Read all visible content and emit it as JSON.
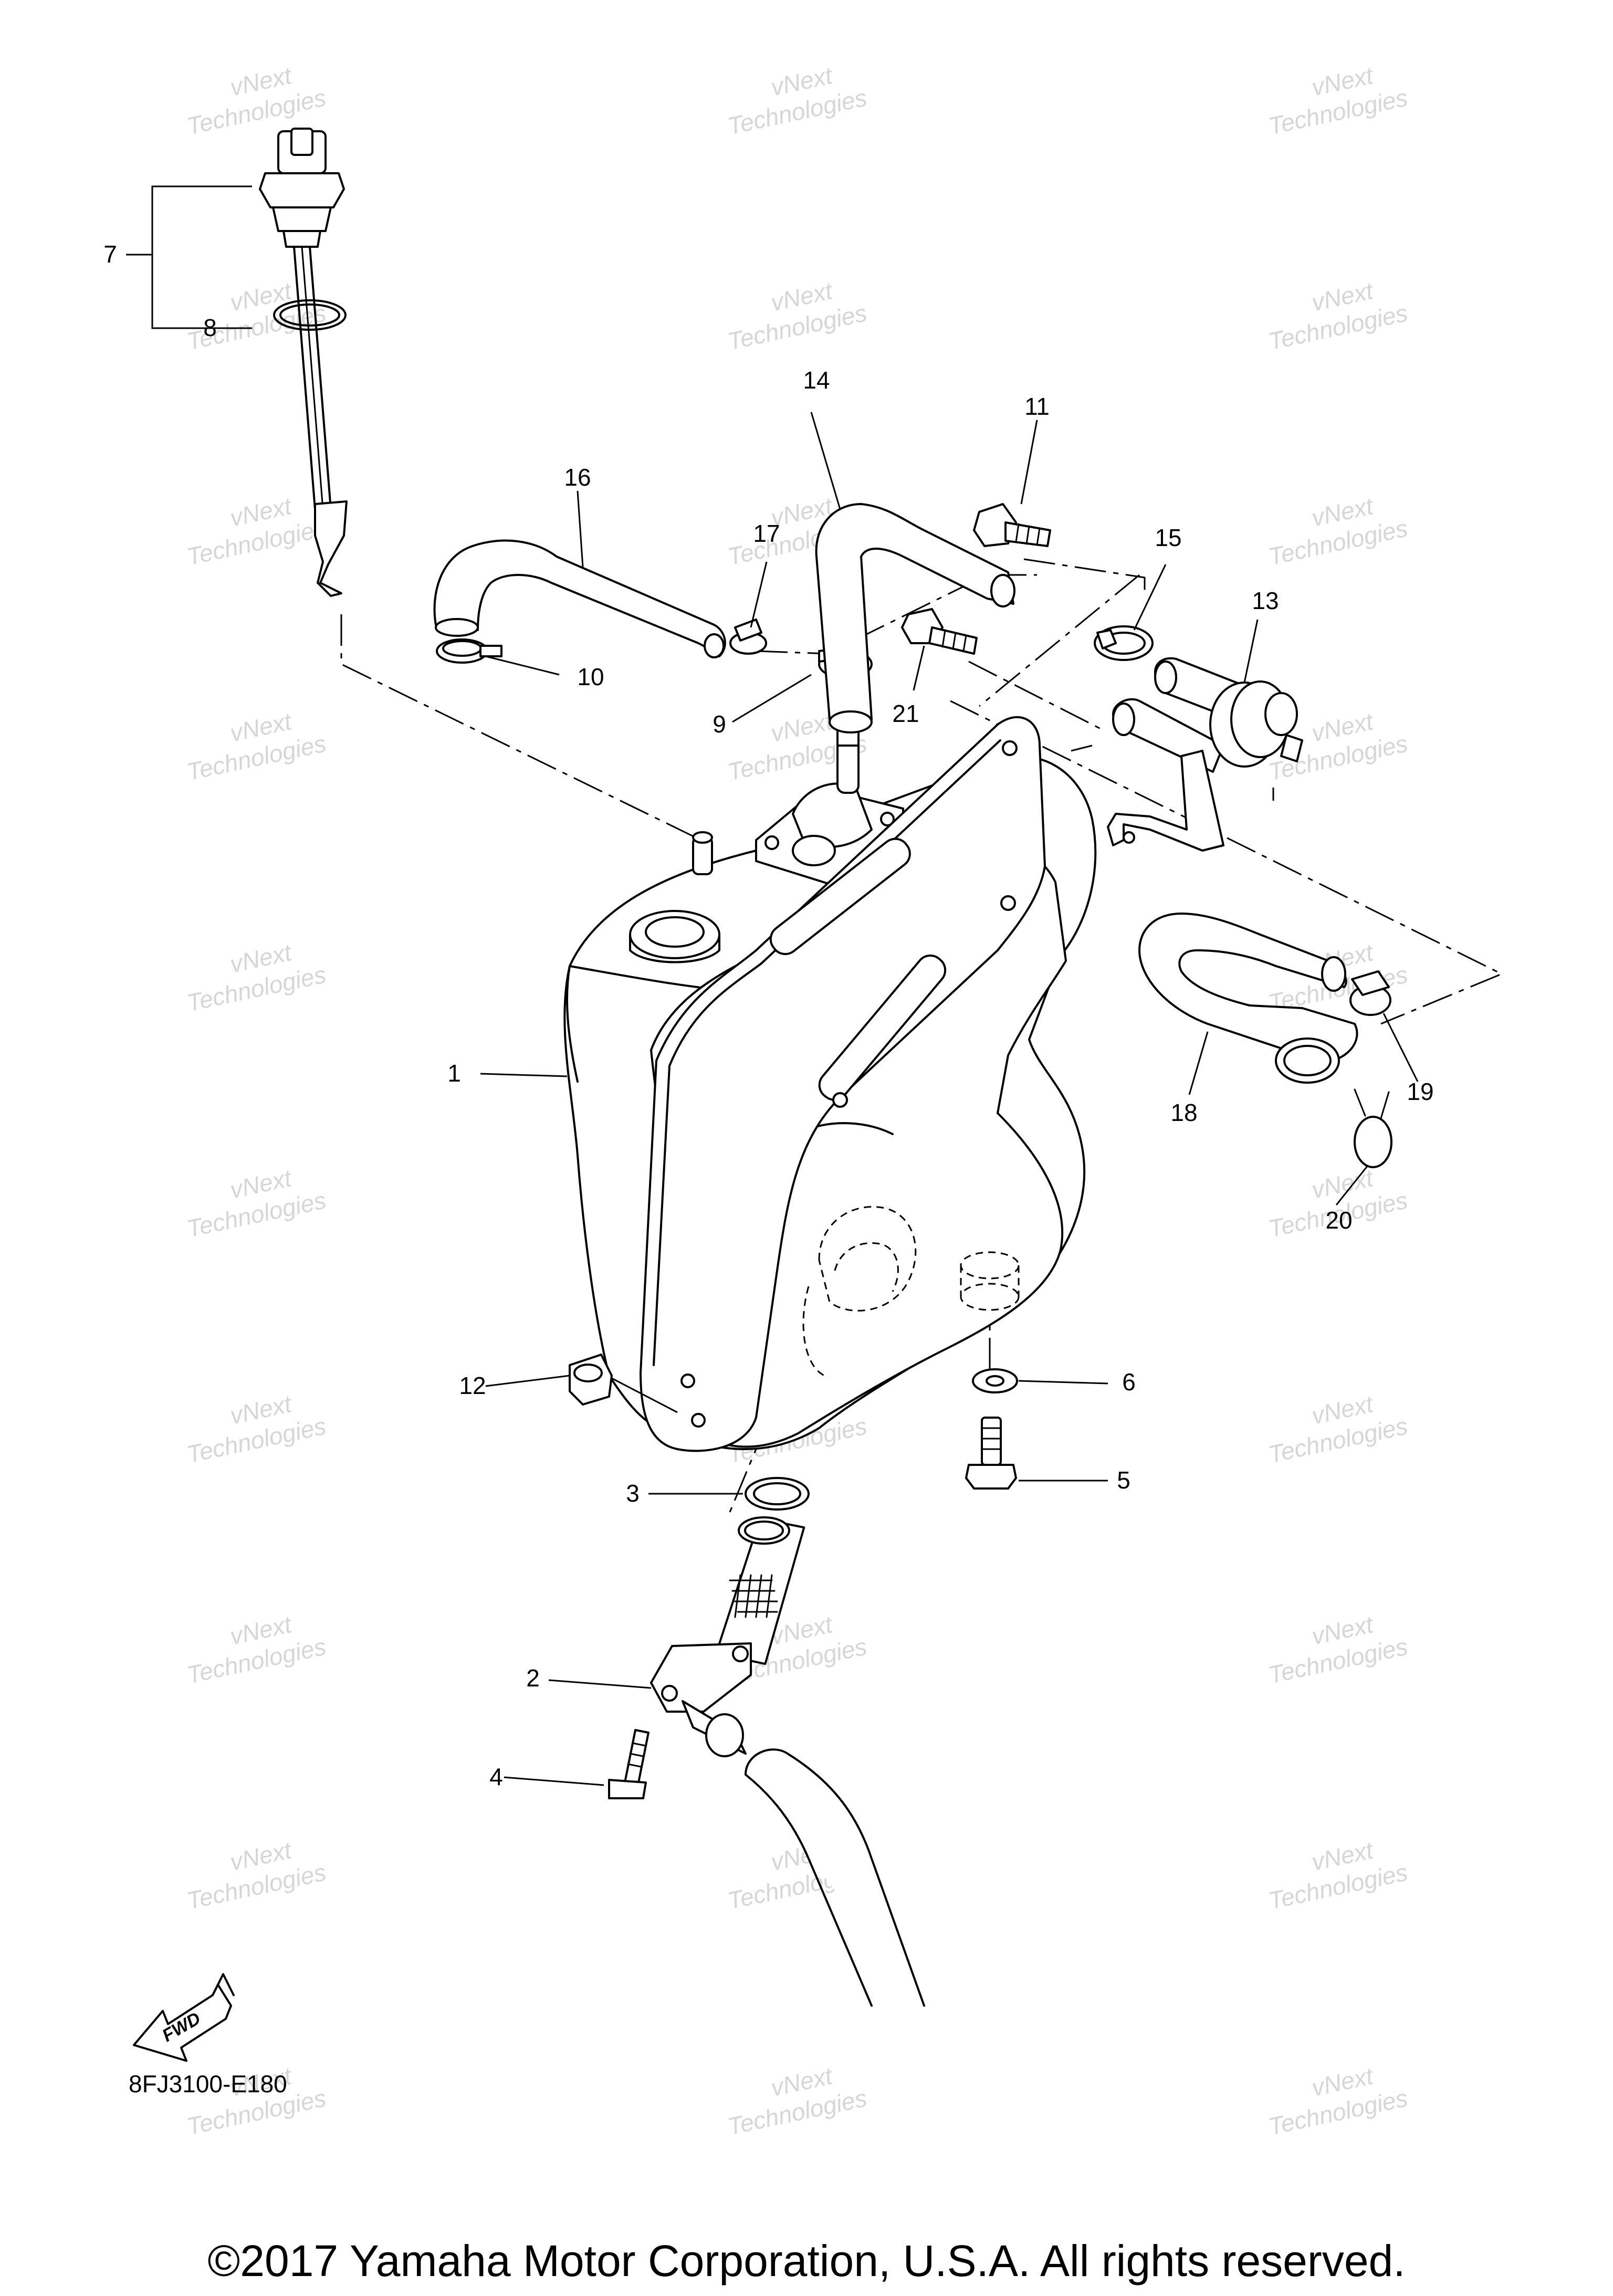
{
  "callouts": [
    "1",
    "2",
    "3",
    "4",
    "5",
    "6",
    "7",
    "8",
    "9",
    "10",
    "11",
    "12",
    "13",
    "14",
    "15",
    "16",
    "17",
    "18",
    "19",
    "20",
    "21"
  ],
  "diagram_code": "8FJ3100-E180",
  "fwd_label": "FWD",
  "copyright": "©2017 Yamaha Motor Corporation, U.S.A. All rights reserved.",
  "watermark": {
    "line1": "vNext",
    "line2": "Technologies"
  }
}
